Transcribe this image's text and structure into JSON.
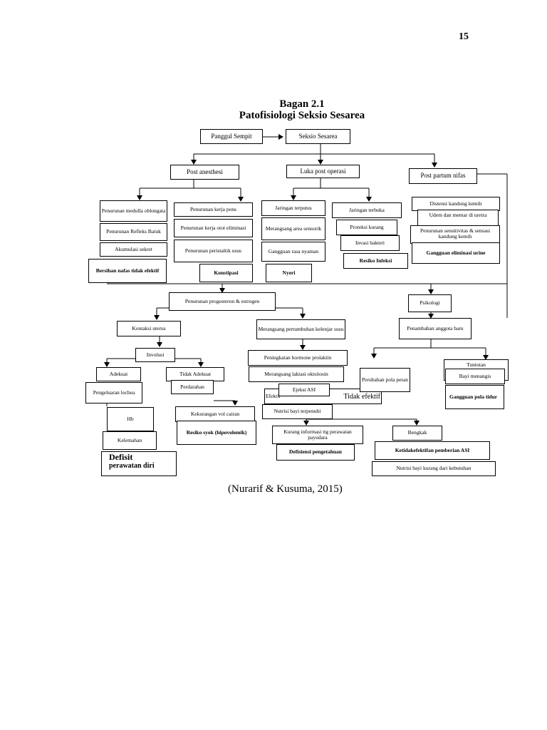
{
  "page_number": "15",
  "title_line1": "Bagan 2.1",
  "title_line2": "Patofisiologi Seksio Sesarea",
  "source": "(Nurarif & Kusuma, 2015)",
  "nodes": {
    "panggul": "Panggul Sempit",
    "seksio": "Seksio Sesarea",
    "anestesi": "Post anesthesi",
    "luka": "Luka post operasi",
    "partum": "Post partum nifas",
    "medulla": "Penurunan medulla oblongata",
    "refleks": "Penurunan Refleks Batuk",
    "akumulasi": "Akumulasi sekret",
    "bersihan": "Bersihan nafas tidak efektif",
    "pons": "Penurunan kerja pons",
    "otot": "Penurunan kerja otot eliminasi",
    "peristaltik": "Penurunan peristaltik usus",
    "konstipasi": "Konstipasi",
    "terputus": "Jaringan terputus",
    "sensorik": "Merangsang area sensorik",
    "gangguan_rasa": "Gangguan rasa nyaman",
    "nyeri": "Nyeri",
    "terbuka": "Jaringan terbuka",
    "proteksi": "Proteksi kurang",
    "invasi": "Invasi bakteri",
    "resiko_infeksi": "Resiko Infeksi",
    "distensi": "Distensi kandung kemih",
    "udem": "Udem dan memar di uretra",
    "sensitivitas": "Penurunan sensitivitas & sensasi kandung kemih",
    "eliminasi": "Gangguan eliminasi urine",
    "progesteron": "Penurunan progesteron & estrogen",
    "psikologi": "Psikologi",
    "kontraksi": "Kontaksi uterus",
    "merangsang_kelenjar": "Merangsang pertumbuhan kelenjar susu",
    "anggota": "Penambahan anggota baru",
    "involusi": "Involusi",
    "adekuat": "Adekuat",
    "tidak_adekuat": "Tidak Adekuat",
    "lochea": "Pengeluaran lochea",
    "perdarahan": "Perdarahan",
    "hb": "Hb",
    "kelemahan": "Kelemahan",
    "defisit_1": "Defisit",
    "defisit_2": "perawatan diri",
    "kekurangan": "Kekurangan vol cairan",
    "syok": "Resiko syok (hipovolemik)",
    "prolaktin": "Peningkatan hormone prolaktin",
    "oktsitosin": "Merangsang laktasi oktsitosin",
    "ejeksi": "Ejeksi ASI",
    "efektif": "Efektif",
    "tidak_efektif": "Tidak efektif",
    "nutrisi_terpenuhi": "Nutrisi bayi terpenuhi",
    "informasi": "Kurang informasi ttg perawatan payudara",
    "defisiensi": "Defisiensi pengetahuan",
    "bengkak": "Bengkak",
    "ketidakefektifan": "Ketidakefektifan pemberian ASI",
    "nutrisi_kurang": "Nutrisi bayi kurang dari kebutuhan",
    "perubahan": "Perubahan pola peran",
    "tuntutan": "Tuntutan",
    "menangis": "Bayi menangis",
    "pola_tidur": "Gangguan pola tidur"
  }
}
